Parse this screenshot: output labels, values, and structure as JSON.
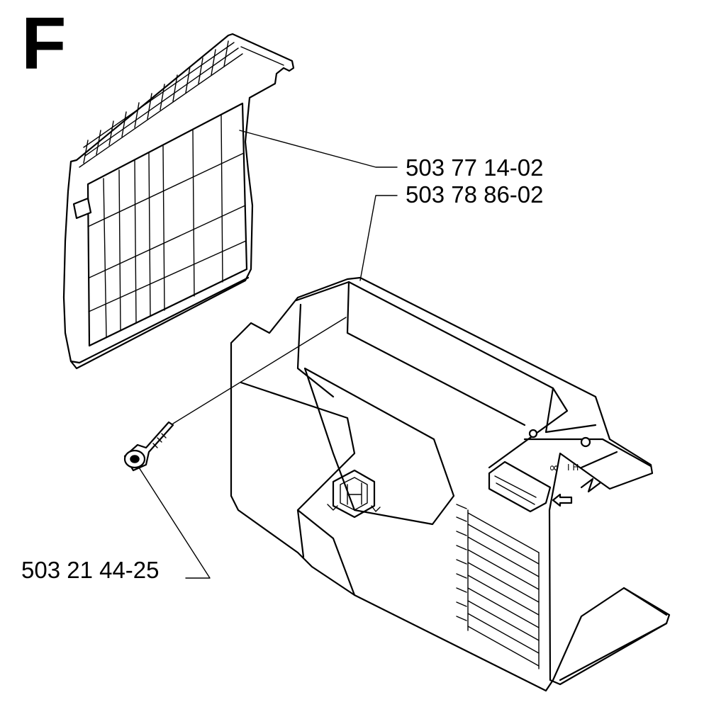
{
  "diagram": {
    "section_letter": "F",
    "parts": [
      {
        "part_number": "503 77 14-02"
      },
      {
        "part_number": "503 78 86-02"
      },
      {
        "part_number": "503 21 44-25"
      }
    ],
    "colors": {
      "ink": "#000000",
      "paper": "#ffffff"
    }
  }
}
